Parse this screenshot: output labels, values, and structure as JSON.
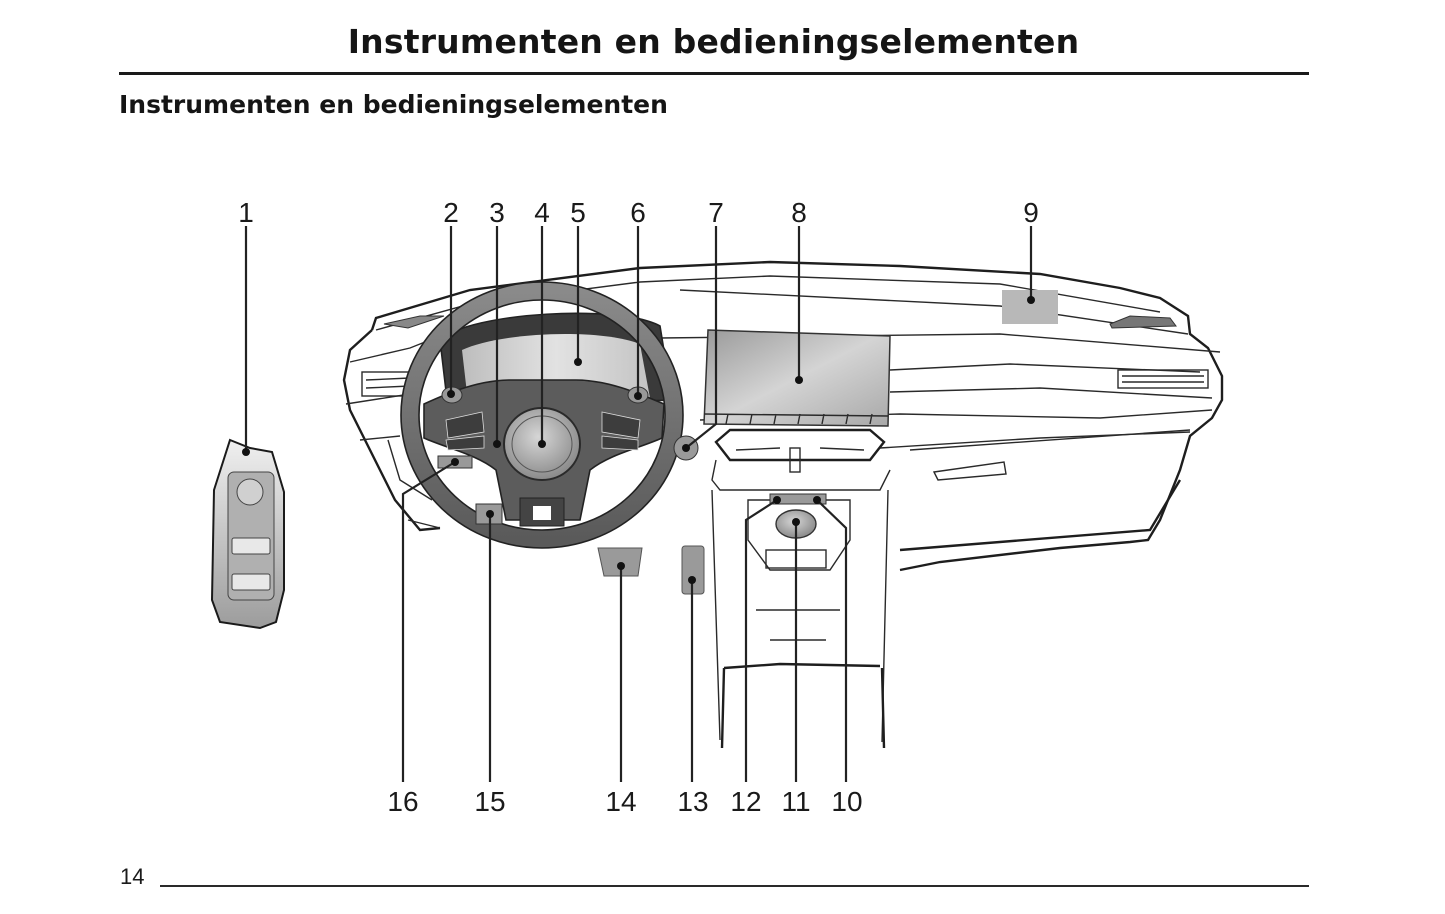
{
  "header": {
    "title": "Instrumenten en bedieningselementen"
  },
  "section": {
    "title": "Instrumenten en bedieningselementen"
  },
  "figure": {
    "description": "Dashboard overview illustration with numbered callouts",
    "top_callouts": [
      "1",
      "2",
      "3",
      "4",
      "5",
      "6",
      "7",
      "8",
      "9"
    ],
    "bottom_callouts": [
      "16",
      "15",
      "14",
      "13",
      "12",
      "11",
      "10"
    ]
  },
  "footer": {
    "page_number": "14"
  }
}
